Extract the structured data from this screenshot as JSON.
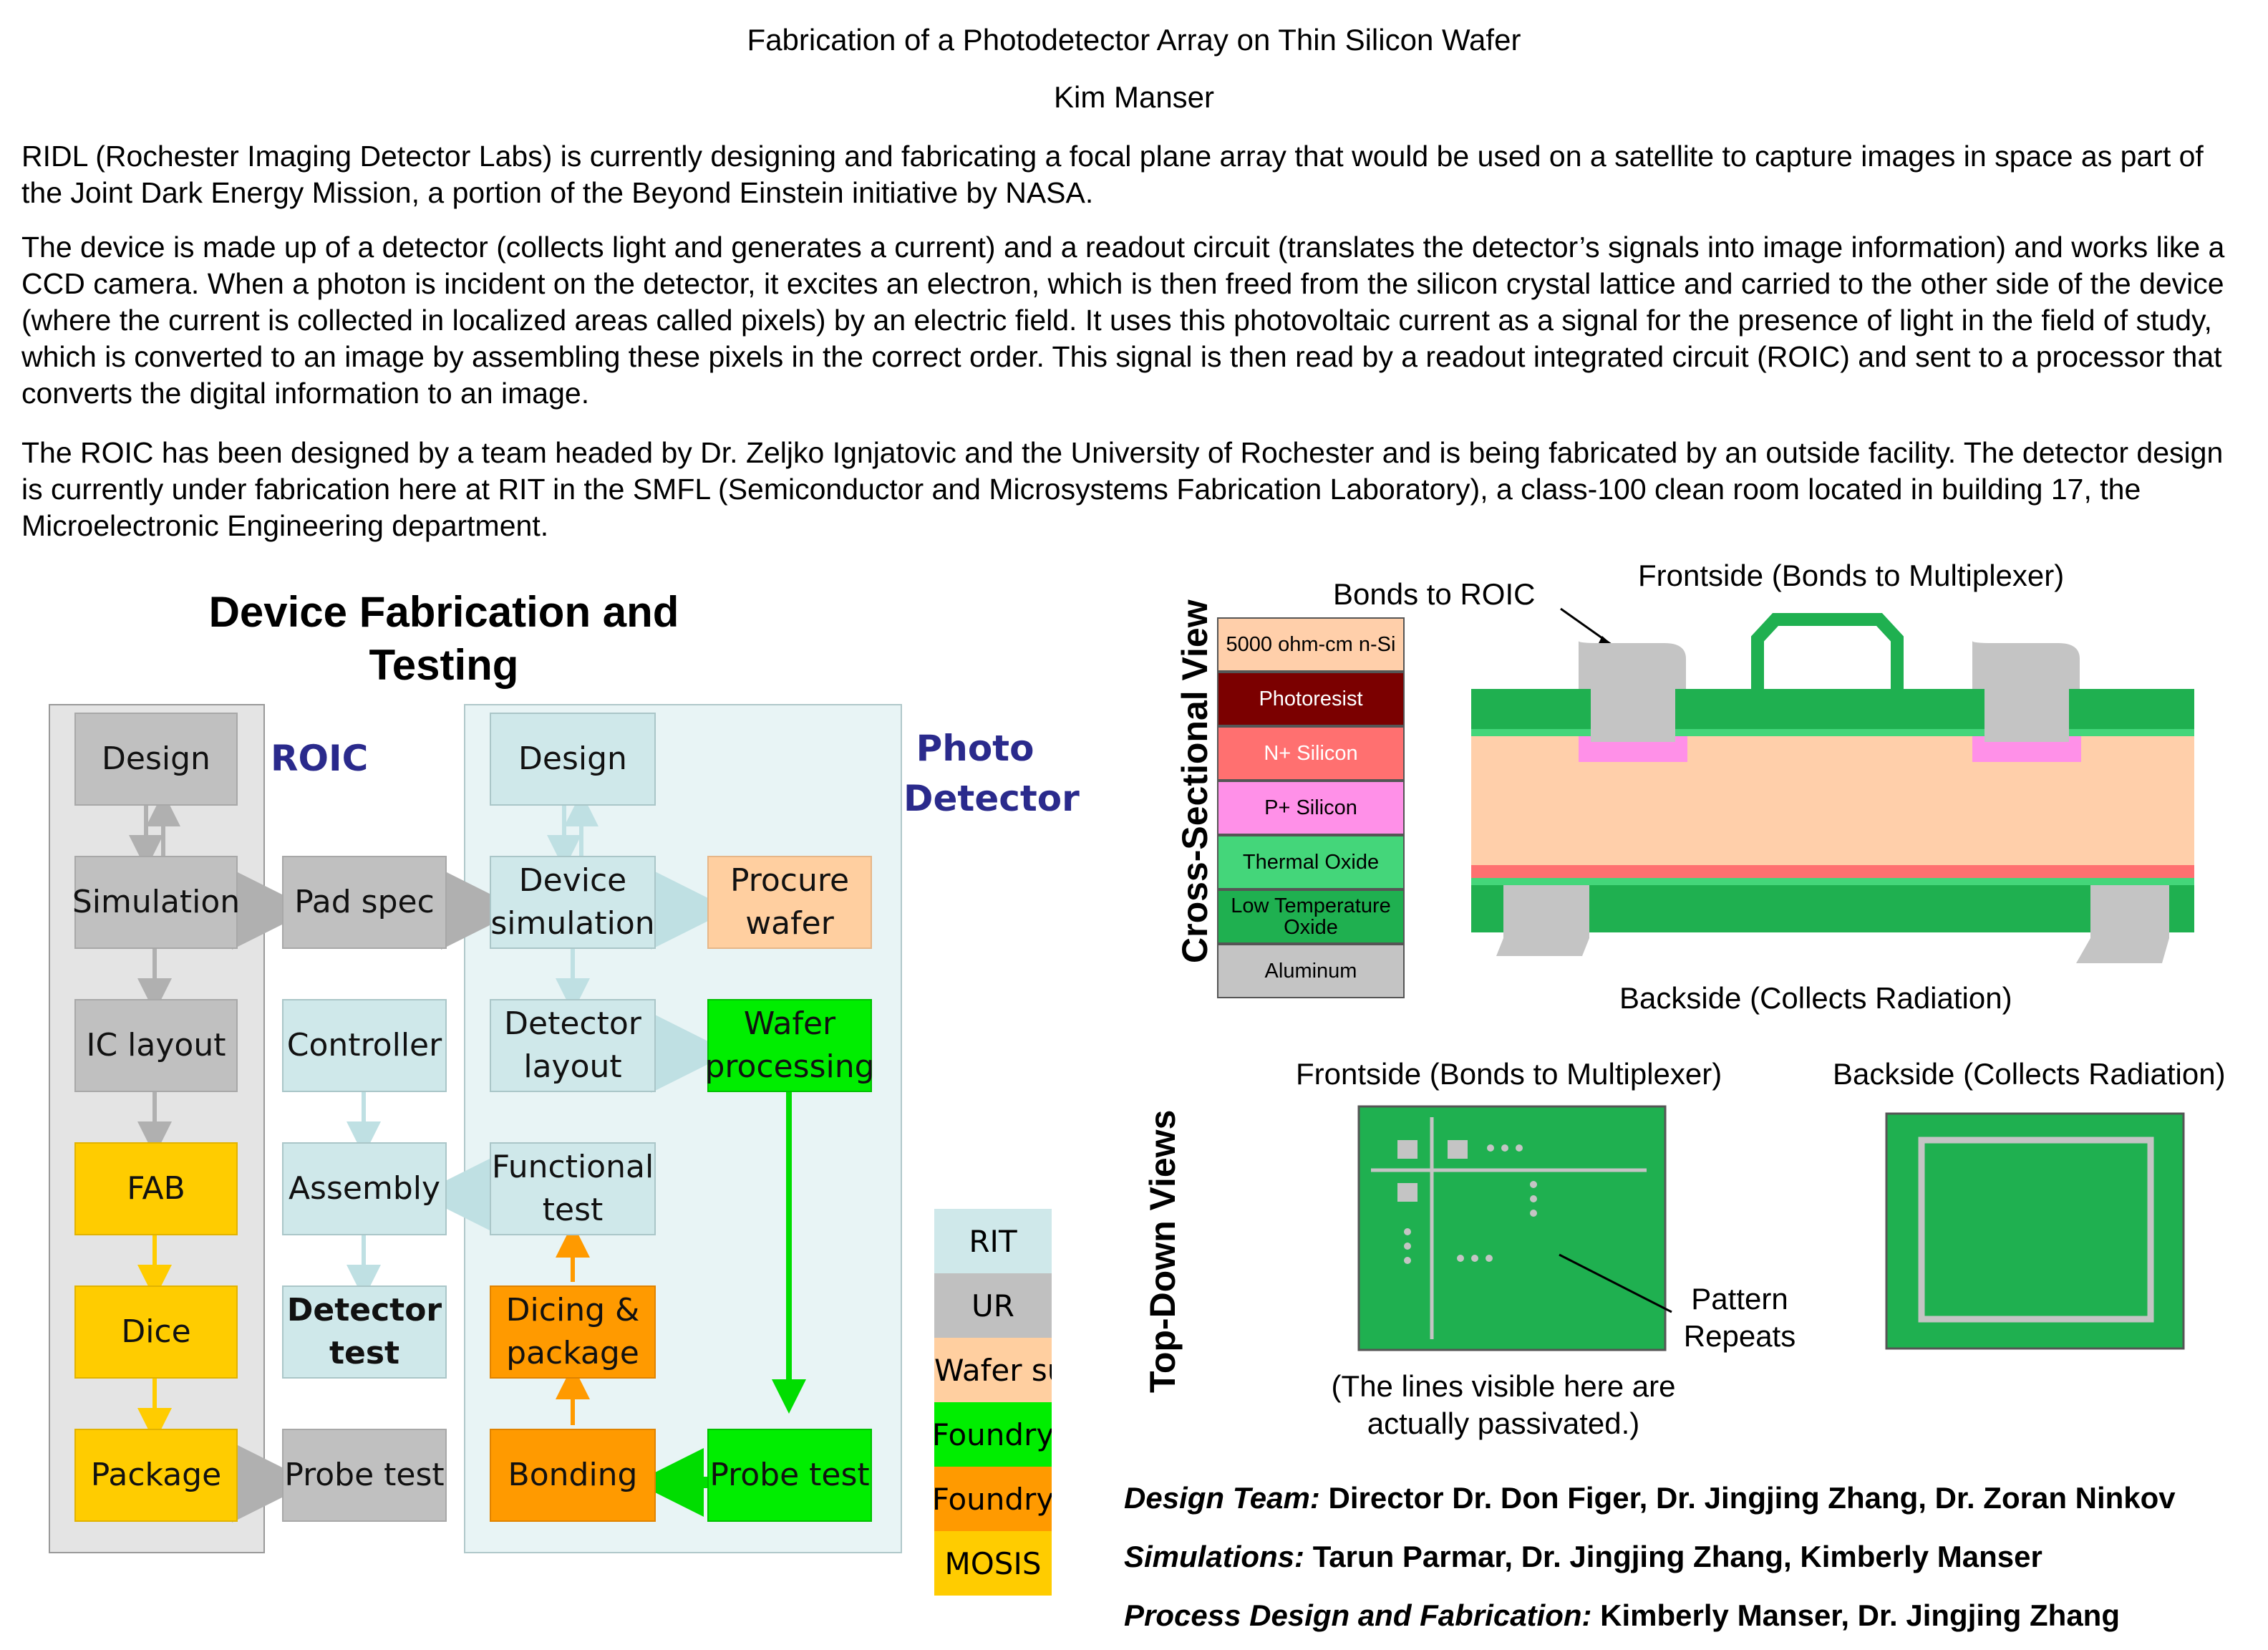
{
  "header": {
    "title": "Fabrication of a Photodetector Array on Thin Silicon Wafer",
    "author": "Kim Manser"
  },
  "paragraphs": [
    "RIDL (Rochester Imaging Detector Labs) is currently designing and fabricating a focal plane array that would be used on a satellite to capture images in space as part of the Joint Dark Energy Mission, a portion of the Beyond Einstein initiative by NASA.",
    "The device is made up of a detector (collects light and generates a current) and a readout circuit (translates the detector’s signals into image information) and works like a CCD camera. When a photon is incident on the detector, it excites an electron, which is then freed from the silicon crystal lattice and carried to the other side of the device (where the current is collected in localized areas called pixels) by an electric field. It uses this photovoltaic current as a signal for the presence of light in the field of study, which is converted to an image by assembling these pixels in the correct order. This signal is then read by a readout integrated circuit (ROIC) and sent to a processor that converts the digital information to an image.",
    "The ROIC has been designed by a team headed by Dr. Zeljko Ignjatovic and the University of Rochester and is being fabricated by an outside facility. The detector design is currently under fabrication here at RIT in the SMFL (Semiconductor and Microsystems Fabrication Laboratory), a class-100 clean room located in building 17, the Microelectronic Engineering department."
  ],
  "flow": {
    "title_line1": "Device Fabrication and",
    "title_line2": "Testing",
    "roic_label": "ROIC",
    "photo_label_line1": "Photo",
    "photo_label_line2": "Detector",
    "roic": {
      "design": "Design",
      "simulation": "Simulation",
      "ic_layout": "IC layout",
      "fab": "FAB",
      "dice": "Dice",
      "package": "Package"
    },
    "middle": {
      "pad_spec": "Pad spec",
      "controller": "Controller",
      "assembly": "Assembly",
      "detector_test_1": "Detector",
      "detector_test_2": "test",
      "probe_test": "Probe test"
    },
    "detector": {
      "design": "Design",
      "device_sim_1": "Device",
      "device_sim_2": "simulation",
      "det_layout_1": "Detector",
      "det_layout_2": "layout",
      "functional_1": "Functional",
      "functional_2": "test",
      "dicing_1": "Dicing &",
      "dicing_2": "package",
      "bonding": "Bonding"
    },
    "right": {
      "procure_1": "Procure",
      "procure_2": "wafer",
      "wafer_proc_1": "Wafer",
      "wafer_proc_2": "processing",
      "probe_test": "Probe test"
    },
    "legend": [
      "RIT",
      "UR",
      "Wafer supplier",
      "Foundry",
      "Foundry",
      "MOSIS"
    ]
  },
  "cross_section": {
    "vertical_label": "Cross-Sectional View",
    "bonds_roic": "Bonds to ROIC",
    "frontside": "Frontside (Bonds to Multiplexer)",
    "backside": "Backside (Collects Radiation)",
    "layers": [
      {
        "label": "5000 ohm-cm n-Si",
        "color": "#ffcfaa"
      },
      {
        "label": "Photoresist",
        "color": "#7b0000"
      },
      {
        "label": "N+ Silicon",
        "color": "#ff7070"
      },
      {
        "label": "P+ Silicon",
        "color": "#ff90e8"
      },
      {
        "label": "Thermal Oxide",
        "color": "#44d67a"
      },
      {
        "label": "Low Temperature Oxide",
        "color": "#1fb050"
      },
      {
        "label": "Aluminum",
        "color": "#c4c4c4"
      }
    ]
  },
  "top_down": {
    "vertical_label": "Top-Down Views",
    "frontside": "Frontside (Bonds to Multiplexer)",
    "backside": "Backside (Collects Radiation)",
    "pattern_1": "Pattern",
    "pattern_2": "Repeats",
    "note_1": "(The lines visible here are",
    "note_2": "actually passivated.)"
  },
  "credits": [
    {
      "role": "Design Team:",
      "names": " Director Dr. Don Figer, Dr. Jingjing Zhang, Dr. Zoran Ninkov"
    },
    {
      "role": "Simulations:",
      "names": " Tarun Parmar, Dr. Jingjing Zhang, Kimberly Manser"
    },
    {
      "role": "Process Design and Fabrication:",
      "names": " Kimberly Manser, Dr. Jingjing Zhang"
    }
  ]
}
